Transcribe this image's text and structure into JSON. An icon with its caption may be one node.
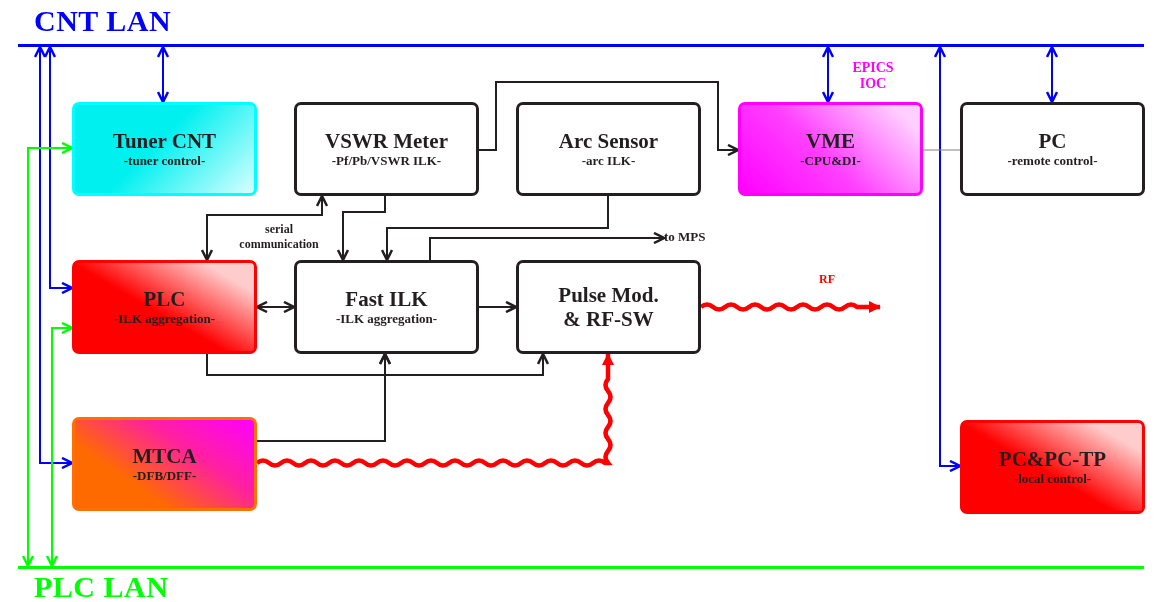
{
  "diagram": {
    "nodes": [
      {
        "text": [
          "CNT LAN"
        ]
      },
      {
        "text": [
          "PLC LAN"
        ]
      },
      {
        "text": [
          "Tuner CNT",
          "-tuner control-"
        ]
      },
      {
        "text": [
          "VSWR Meter",
          "-Pf/Pb/VSWR ILK-"
        ]
      },
      {
        "text": [
          "Arc Sensor",
          "-arc ILK-"
        ]
      },
      {
        "text": [
          "VME",
          "-CPU&DI-"
        ],
        "beside": [
          "EPICS IOC"
        ]
      },
      {
        "text": [
          "PC",
          "-remote control-"
        ]
      },
      {
        "text": [
          "PLC",
          "-ILK aggregation-"
        ]
      },
      {
        "text": [
          "Fast ILK",
          "-ILK aggregation-"
        ]
      },
      {
        "text": [
          "Pulse Mod. & RF-SW"
        ]
      },
      {
        "text": [
          "MTCA",
          "-DFB/DFF-"
        ]
      },
      {
        "text": [
          "PC&PC-TP",
          "-local control-"
        ]
      },
      {
        "text": [
          "to MPS"
        ]
      }
    ],
    "edges": [
      {
        "from": 0,
        "to": 2,
        "arrow": "both",
        "color": "#0000ff"
      },
      {
        "from": 0,
        "to": 5,
        "arrow": "both",
        "color": "#0000ff"
      },
      {
        "from": 0,
        "to": 6,
        "arrow": "both",
        "color": "#0000ff"
      },
      {
        "from": 0,
        "to": 11,
        "arrow": "both",
        "color": "#0000ff"
      },
      {
        "from": 0,
        "to": 7,
        "arrow": "both",
        "color": "#0000ff"
      },
      {
        "from": 0,
        "to": 10,
        "arrow": "both",
        "color": "#0000ff"
      },
      {
        "from": 1,
        "to": 2,
        "arrow": "both",
        "color": "#00ff00"
      },
      {
        "from": 1,
        "to": 7,
        "arrow": "both",
        "color": "#00ff00"
      },
      {
        "from": 3,
        "to": 5,
        "arrow": "to"
      },
      {
        "from": 5,
        "to": 6,
        "arrow": "none",
        "color": "#808080"
      },
      {
        "from": 3,
        "to": 7,
        "arrow": "both",
        "label": "serial communication"
      },
      {
        "from": 3,
        "to": 8,
        "arrow": "to"
      },
      {
        "from": 4,
        "to": 8,
        "arrow": "to"
      },
      {
        "from": 8,
        "to": 12,
        "arrow": "to"
      },
      {
        "from": 7,
        "to": 8,
        "arrow": "both"
      },
      {
        "from": 8,
        "to": 9,
        "arrow": "to"
      },
      {
        "from": 7,
        "to": 8,
        "arrow": "to"
      },
      {
        "from": 7,
        "to": 9,
        "arrow": "to"
      },
      {
        "from": 10,
        "to": 8,
        "arrow": "to"
      },
      {
        "from": 10,
        "to": 9,
        "arrow": "to",
        "style": "thick",
        "color": "#ff0000"
      },
      {
        "from": 9,
        "to": null,
        "arrow": "to",
        "label": "RF",
        "style": "thick",
        "color": "#ff0000"
      }
    ]
  }
}
